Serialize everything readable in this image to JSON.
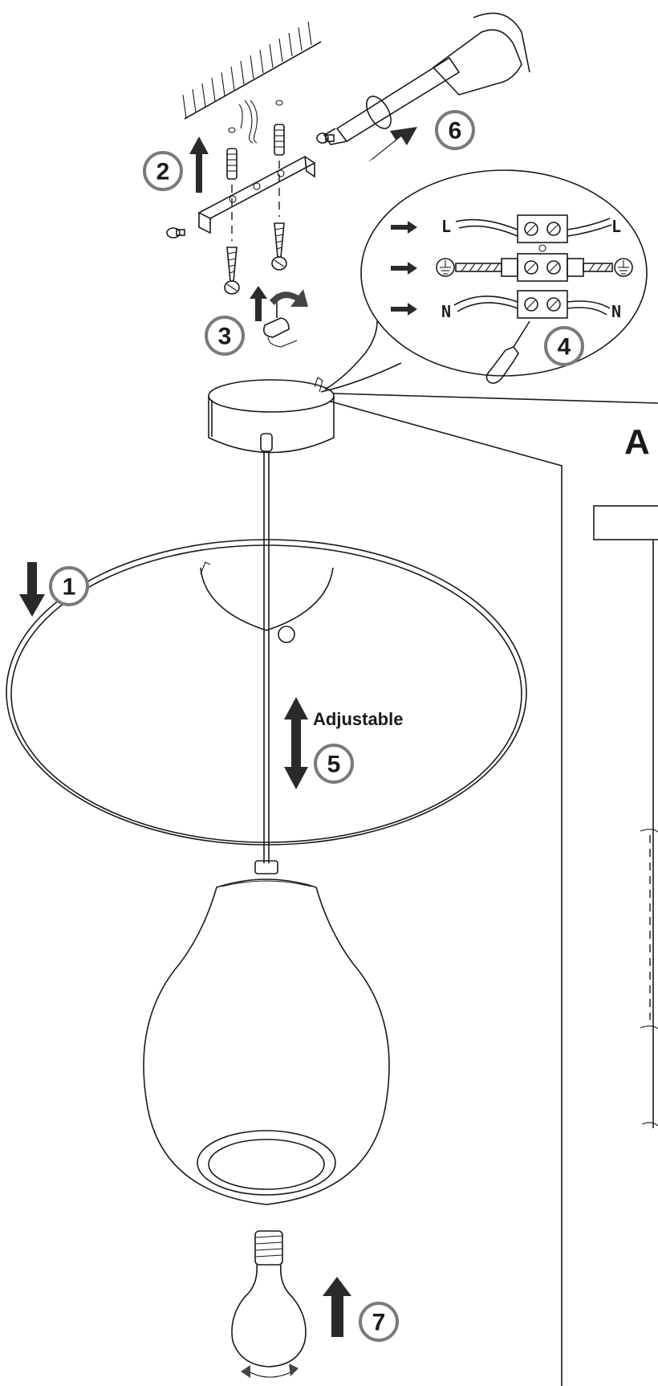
{
  "steps": {
    "s1": "1",
    "s2": "2",
    "s3": "3",
    "s4": "4",
    "s5": "5",
    "s6": "6",
    "s7": "7"
  },
  "labels": {
    "adjustable": "Adjustable",
    "wire_L": "L",
    "wire_N": "N",
    "inset_letter": "A"
  }
}
